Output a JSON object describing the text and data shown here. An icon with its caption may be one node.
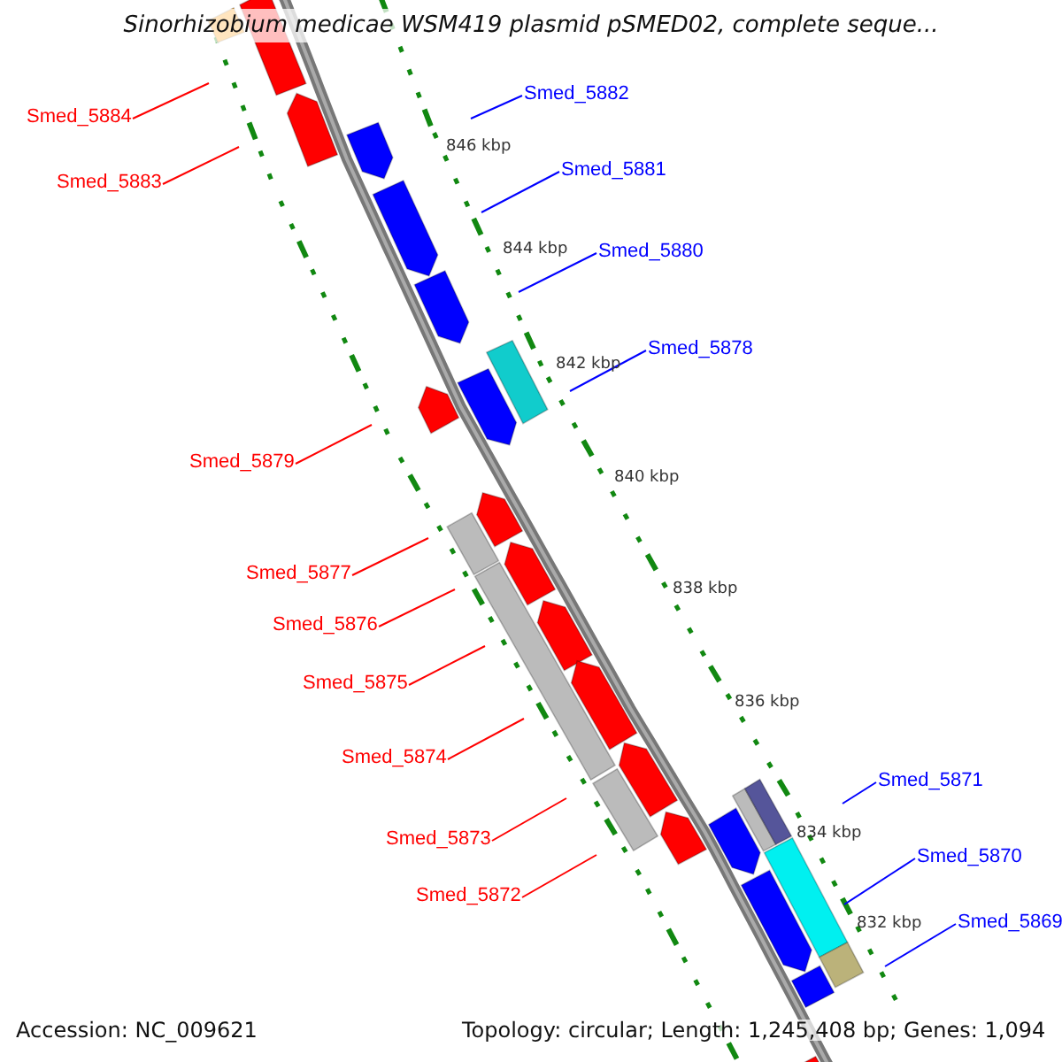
{
  "diagram": {
    "title": "Sinorhizobium medicae WSM419 plasmid pSMED02, complete seque...",
    "nodes": [
      {
        "text": [
          "Smed_5882"
        ]
      },
      {
        "text": [
          "Smed_5884"
        ]
      },
      {
        "text": [
          "Smed_5881"
        ]
      },
      {
        "text": [
          "Smed_5883"
        ]
      },
      {
        "text": [
          "Smed_5880"
        ]
      },
      {
        "text": [
          "Smed_5878"
        ]
      },
      {
        "text": [
          "Smed_5879"
        ]
      },
      {
        "text": [
          "Smed_5877"
        ]
      },
      {
        "text": [
          "Smed_5876"
        ]
      },
      {
        "text": [
          "Smed_5875"
        ]
      },
      {
        "text": [
          "Smed_5874"
        ]
      },
      {
        "text": [
          "Smed_5871"
        ]
      },
      {
        "text": [
          "Smed_5873"
        ]
      },
      {
        "text": [
          "Smed_5870"
        ]
      },
      {
        "text": [
          "Smed_5872"
        ]
      },
      {
        "text": [
          "Smed_5869"
        ]
      }
    ],
    "edges": [
      {
        "from": 0,
        "to": null,
        "arrow": "none",
        "color": "#0000ff"
      },
      {
        "from": 1,
        "to": null,
        "arrow": "none"
      },
      {
        "from": 2,
        "to": null,
        "arrow": "none",
        "color": "#0000ff"
      },
      {
        "from": 3,
        "to": null,
        "arrow": "none"
      },
      {
        "from": 4,
        "to": null,
        "arrow": "none",
        "color": "#0000ff"
      },
      {
        "from": 5,
        "to": null,
        "arrow": "none",
        "color": "#0000ff"
      },
      {
        "from": 6,
        "to": null,
        "arrow": "none"
      },
      {
        "from": 7,
        "to": null,
        "arrow": "none"
      },
      {
        "from": 8,
        "to": null,
        "arrow": "none"
      },
      {
        "from": 9,
        "to": null,
        "arrow": "none"
      },
      {
        "from": 10,
        "to": null,
        "arrow": "none"
      },
      {
        "from": 11,
        "to": null,
        "arrow": "none",
        "color": "#0000ff"
      },
      {
        "from": 12,
        "to": null,
        "arrow": "none"
      },
      {
        "from": 13,
        "to": null,
        "arrow": "none",
        "color": "#0000ff"
      },
      {
        "from": 14,
        "to": null,
        "arrow": "none"
      },
      {
        "from": 15,
        "to": null,
        "arrow": "none",
        "color": "#0000ff"
      }
    ],
    "labels": [
      "846 kbp",
      "844 kbp",
      "842 kbp",
      "840 kbp",
      "838 kbp",
      "836 kbp",
      "834 kbp",
      "832 kbp",
      "Accession: NC_009621",
      "Topology: circular; Length: 1,245,408 bp; Genes: 1,094"
    ]
  }
}
